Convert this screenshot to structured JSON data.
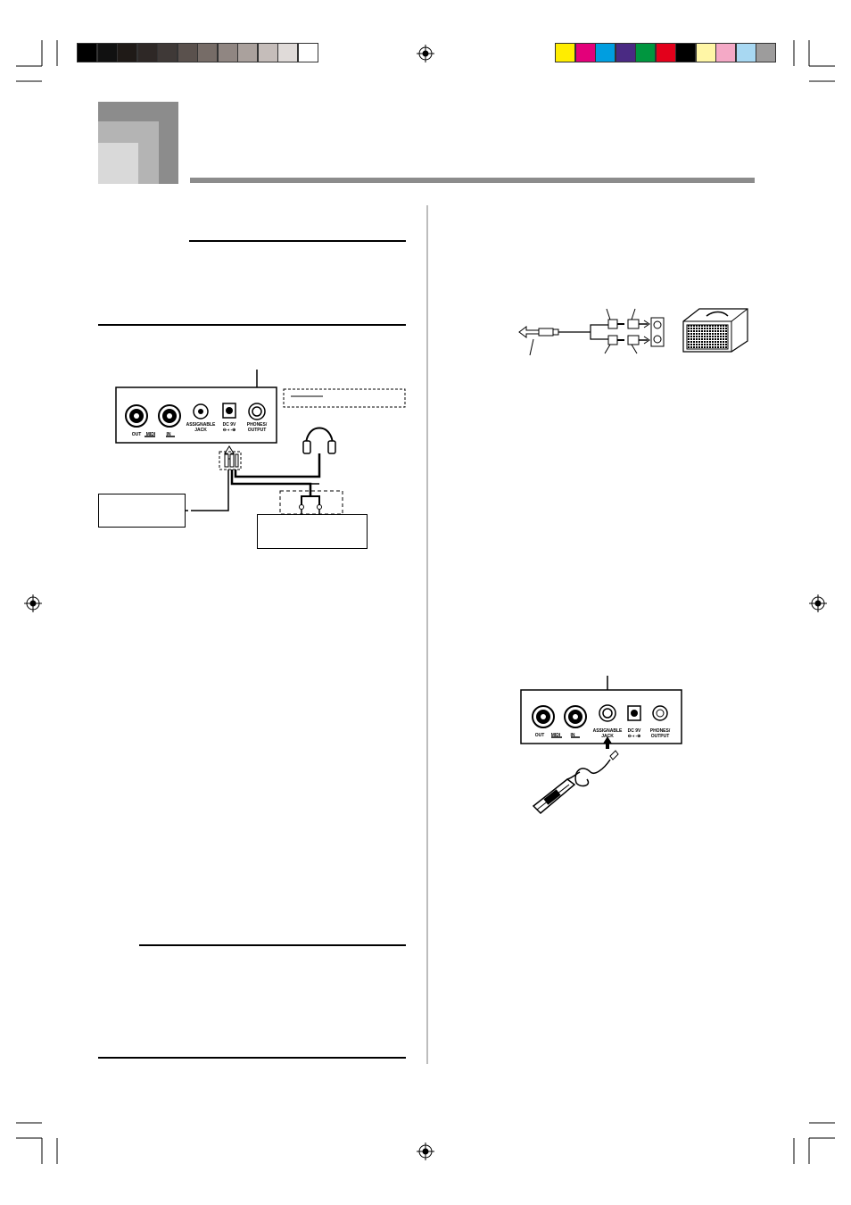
{
  "print_marks": {
    "grayscale_bar": [
      "#000000",
      "#111111",
      "#1f1a17",
      "#2e2826",
      "#3f3937",
      "#5a514d",
      "#766c67",
      "#908682",
      "#aaa19d",
      "#c5bdba",
      "#e0dbd9",
      "#ffffff"
    ],
    "color_bar": [
      "#ffed00",
      "#e3007a",
      "#009ee0",
      "#4a2a83",
      "#00963f",
      "#e3001b",
      "#000000",
      "#fff6a6",
      "#f4a9c6",
      "#a8d8f2",
      "#9d9c9c"
    ]
  },
  "accent": {
    "tab_dark": "#8c8c8c",
    "tab_mid": "#b4b4b4",
    "tab_light": "#d9d9d9",
    "header_rule": "#8c8c8c"
  },
  "left_panel": {
    "midi_out": "OUT",
    "midi": "MIDI",
    "midi_in": "IN",
    "assignable": "ASSIGNABLE",
    "jack": "JACK",
    "dc": "DC 9V",
    "dc_symbol": "⊖-◐-⊕",
    "phones": "PHONES/",
    "output": "OUTPUT"
  },
  "right_panel": {
    "midi_out": "OUT",
    "midi": "MIDI",
    "midi_in": "IN",
    "assignable": "ASSIGNABLE",
    "jack": "JACK",
    "dc": "DC 9V",
    "dc_symbol": "⊖-◐-⊕",
    "phones": "PHONES/",
    "output": "OUTPUT"
  }
}
